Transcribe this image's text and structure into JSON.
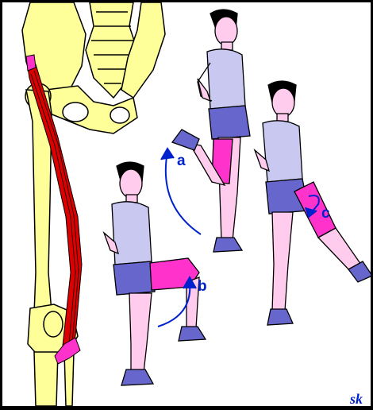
{
  "labels": {
    "a": "a",
    "b": "b",
    "c": "c",
    "corner_text": "sk"
  },
  "colors": {
    "background": "#000000",
    "panel": "#ffffff",
    "bone": "#ffff99",
    "bone_outline": "#000000",
    "muscle": "#dd0000",
    "tendon": "#ff33cc",
    "shirt": "#c8c8f0",
    "shorts": "#6666cc",
    "skin": "#ffccee",
    "hair": "#000000",
    "shoe": "#6666cc",
    "arrow": "#0022cc"
  }
}
